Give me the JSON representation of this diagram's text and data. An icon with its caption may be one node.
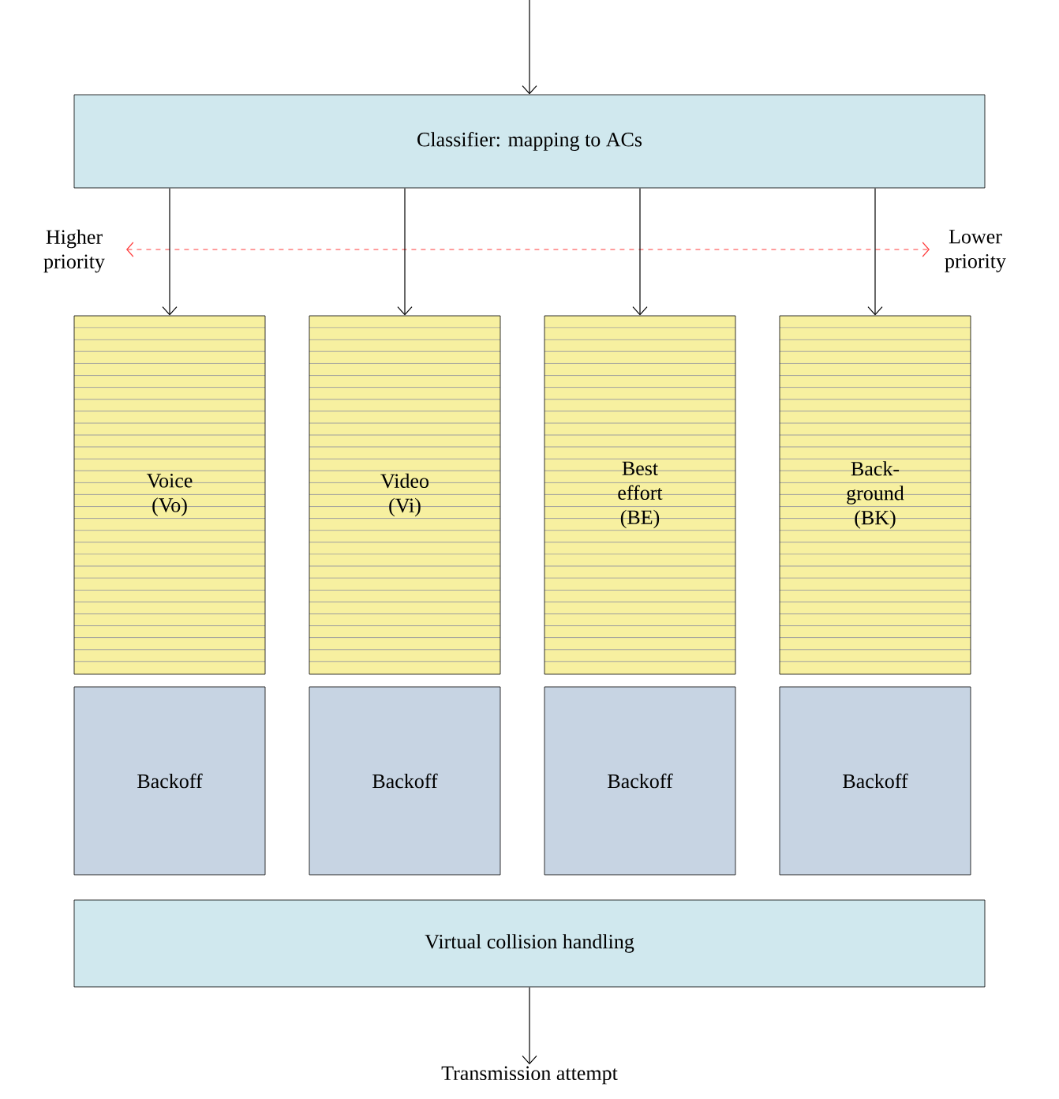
{
  "diagram": {
    "nodes": [
      {
        "text": [
          "Classifier: mapping to ACs"
        ]
      },
      {
        "text": [
          "Voice (Vo)"
        ]
      },
      {
        "text": [
          "Video (Vi)"
        ]
      },
      {
        "text": [
          "Best effort (BE)"
        ]
      },
      {
        "text": [
          "Back- ground (BK)"
        ]
      },
      {
        "text": [
          "Backoff"
        ]
      },
      {
        "text": [
          "Backoff"
        ]
      },
      {
        "text": [
          "Backoff"
        ]
      },
      {
        "text": [
          "Backoff"
        ]
      },
      {
        "text": [
          "Virtual collision handling"
        ]
      },
      {
        "text": [
          "Transmission attempt"
        ]
      }
    ],
    "edges": [
      {
        "from": null,
        "to": 0,
        "arrow": "to"
      },
      {
        "from": 0,
        "to": 1,
        "arrow": "to"
      },
      {
        "from": 0,
        "to": 2,
        "arrow": "to"
      },
      {
        "from": 0,
        "to": 3,
        "arrow": "to"
      },
      {
        "from": 0,
        "to": 4,
        "arrow": "to"
      },
      {
        "from": 9,
        "to": 10,
        "arrow": "to"
      }
    ],
    "labels": [
      "Higher priority",
      "Lower priority"
    ]
  }
}
